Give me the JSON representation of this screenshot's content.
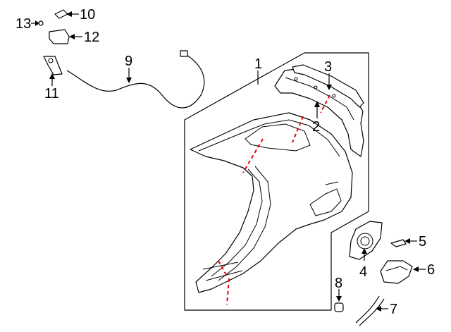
{
  "callouts": [
    {
      "id": "c1",
      "label": "1"
    },
    {
      "id": "c2",
      "label": "2"
    },
    {
      "id": "c3",
      "label": "3"
    },
    {
      "id": "c4",
      "label": "4"
    },
    {
      "id": "c5",
      "label": "5"
    },
    {
      "id": "c6",
      "label": "6"
    },
    {
      "id": "c7",
      "label": "7"
    },
    {
      "id": "c8",
      "label": "8"
    },
    {
      "id": "c9",
      "label": "9"
    },
    {
      "id": "c10",
      "label": "10"
    },
    {
      "id": "c11",
      "label": "11"
    },
    {
      "id": "c12",
      "label": "12"
    },
    {
      "id": "c13",
      "label": "13"
    }
  ],
  "colors": {
    "line": "#000000",
    "cut_line": "#e3000b",
    "background": "#ffffff"
  }
}
